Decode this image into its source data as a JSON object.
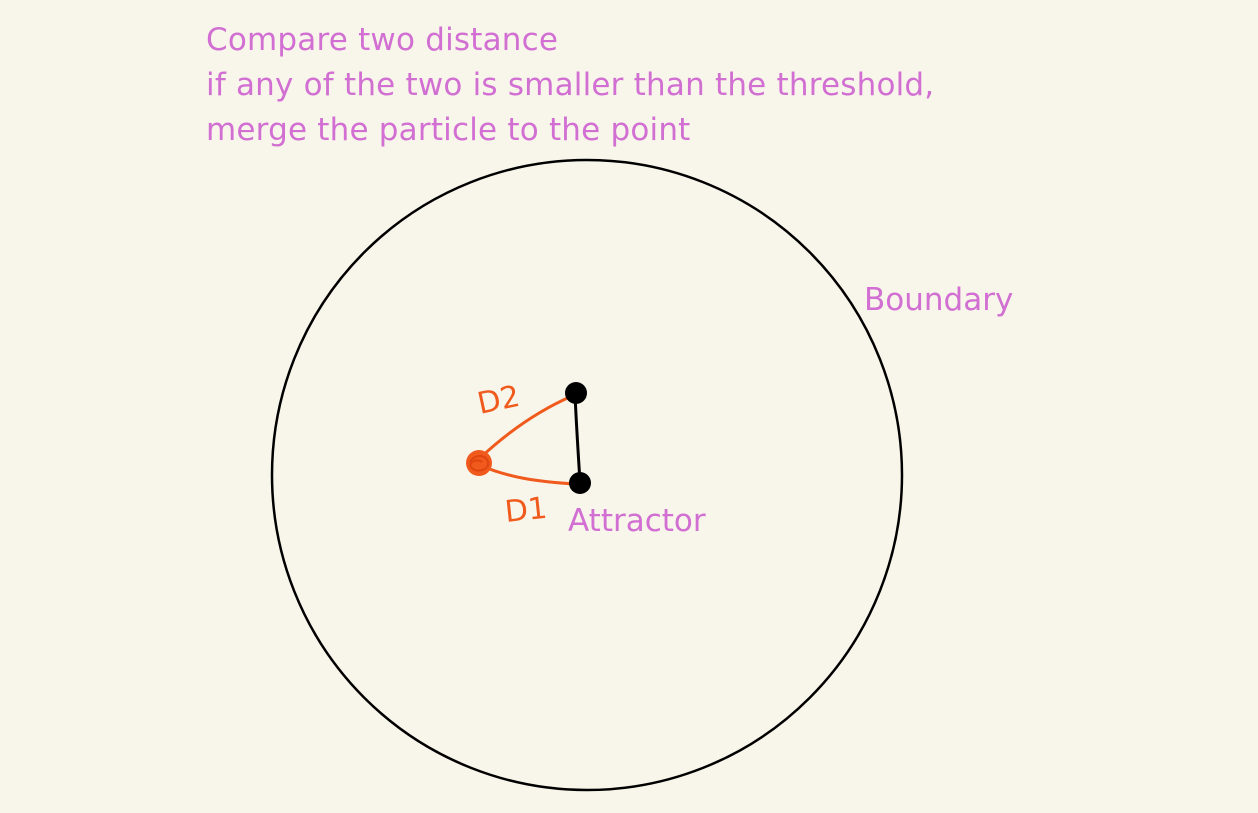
{
  "caption": {
    "line1": "Compare two distance",
    "line2": "if any of the two is smaller than the threshold,",
    "line3": "merge the particle to the point"
  },
  "labels": {
    "boundary": "Boundary",
    "attractor": "Attractor",
    "d1": "D1",
    "d2": "D2"
  },
  "colors": {
    "background": "#f8f6ea",
    "annotation_text": "#d26fd2",
    "particle_and_distances": "#f05a1c",
    "attractor_points_and_boundary": "#000000"
  }
}
